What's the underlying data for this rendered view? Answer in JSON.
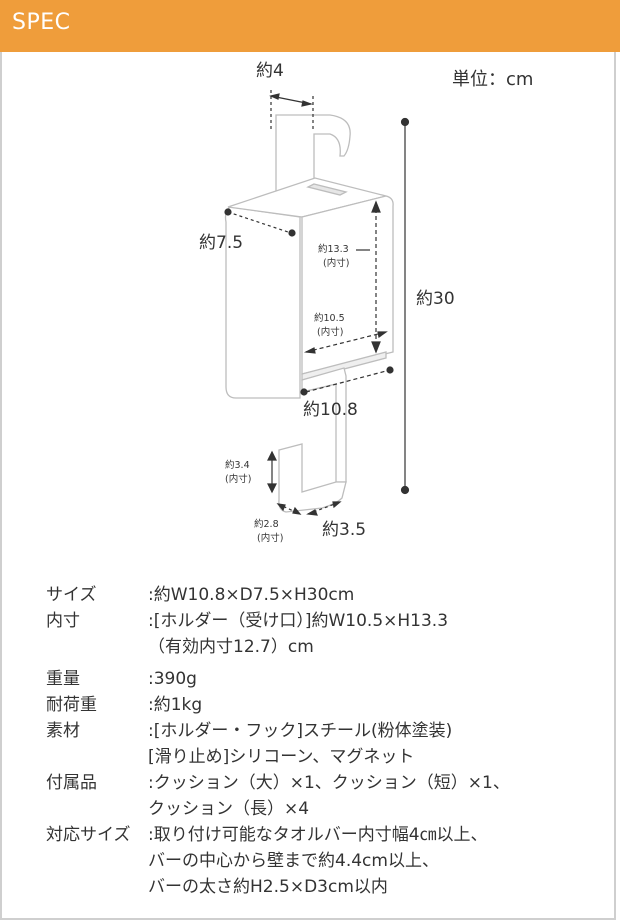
{
  "header": {
    "title": "SPEC",
    "color": "#ef9d3b"
  },
  "unit": "単位：cm",
  "diagram": {
    "w_top": "約4",
    "d_left": "約7.5",
    "h_inner_val": "約13.3",
    "h_inner_note": "(内寸)",
    "w_inner_val": "約10.5",
    "w_inner_note": "(内寸)",
    "h_total": "約30",
    "w_bottom": "約10.8",
    "hook_h_val": "約3.4",
    "hook_h_note": "(内寸)",
    "hook_w_val": "約2.8",
    "hook_w_note": "(内寸)",
    "hook_d": "約3.5"
  },
  "specs": [
    {
      "key": "サイズ",
      "lines": [
        ":約W10.8×D7.5×H30cm"
      ]
    },
    {
      "key": "内寸",
      "lines": [
        ":[ホルダー（受け口）]約W10.5×H13.3",
        "（有効内寸12.7）cm"
      ]
    },
    {
      "key": "重量",
      "lines": [
        ":390g"
      ]
    },
    {
      "key": "耐荷重",
      "lines": [
        ":約1kg"
      ]
    },
    {
      "key": "素材",
      "lines": [
        ":[ホルダー・フック]スチール(粉体塗装)",
        " [滑り止め]シリコーン、マグネット"
      ]
    },
    {
      "key": "付属品",
      "lines": [
        ":クッション（大）×1、クッション（短）×1、",
        " クッション（長）×4"
      ]
    },
    {
      "key": "対応サイズ",
      "lines": [
        ":取り付け可能なタオルバー内寸幅4㎝以上、",
        " バーの中心から壁まで約4.4cm以上、",
        " バーの太さ約H2.5×D3cm以内"
      ]
    }
  ]
}
